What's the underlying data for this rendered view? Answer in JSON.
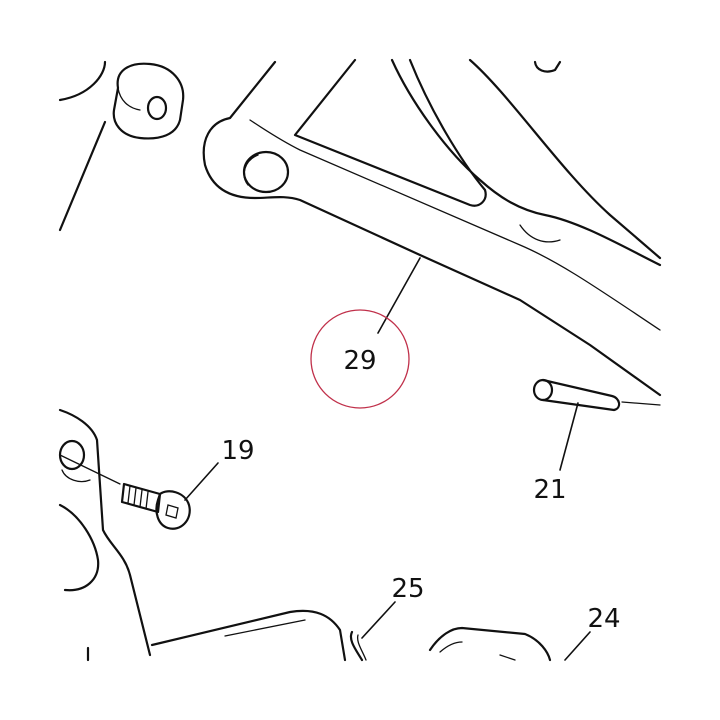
{
  "callouts": [
    {
      "id": "29",
      "label": "29",
      "highlighted": true
    },
    {
      "id": "19",
      "label": "19"
    },
    {
      "id": "21",
      "label": "21"
    },
    {
      "id": "25",
      "label": "25"
    },
    {
      "id": "24",
      "label": "24"
    }
  ],
  "colors": {
    "line": "#111111",
    "highlight_ring": "#c0304a",
    "background": "#ffffff"
  }
}
